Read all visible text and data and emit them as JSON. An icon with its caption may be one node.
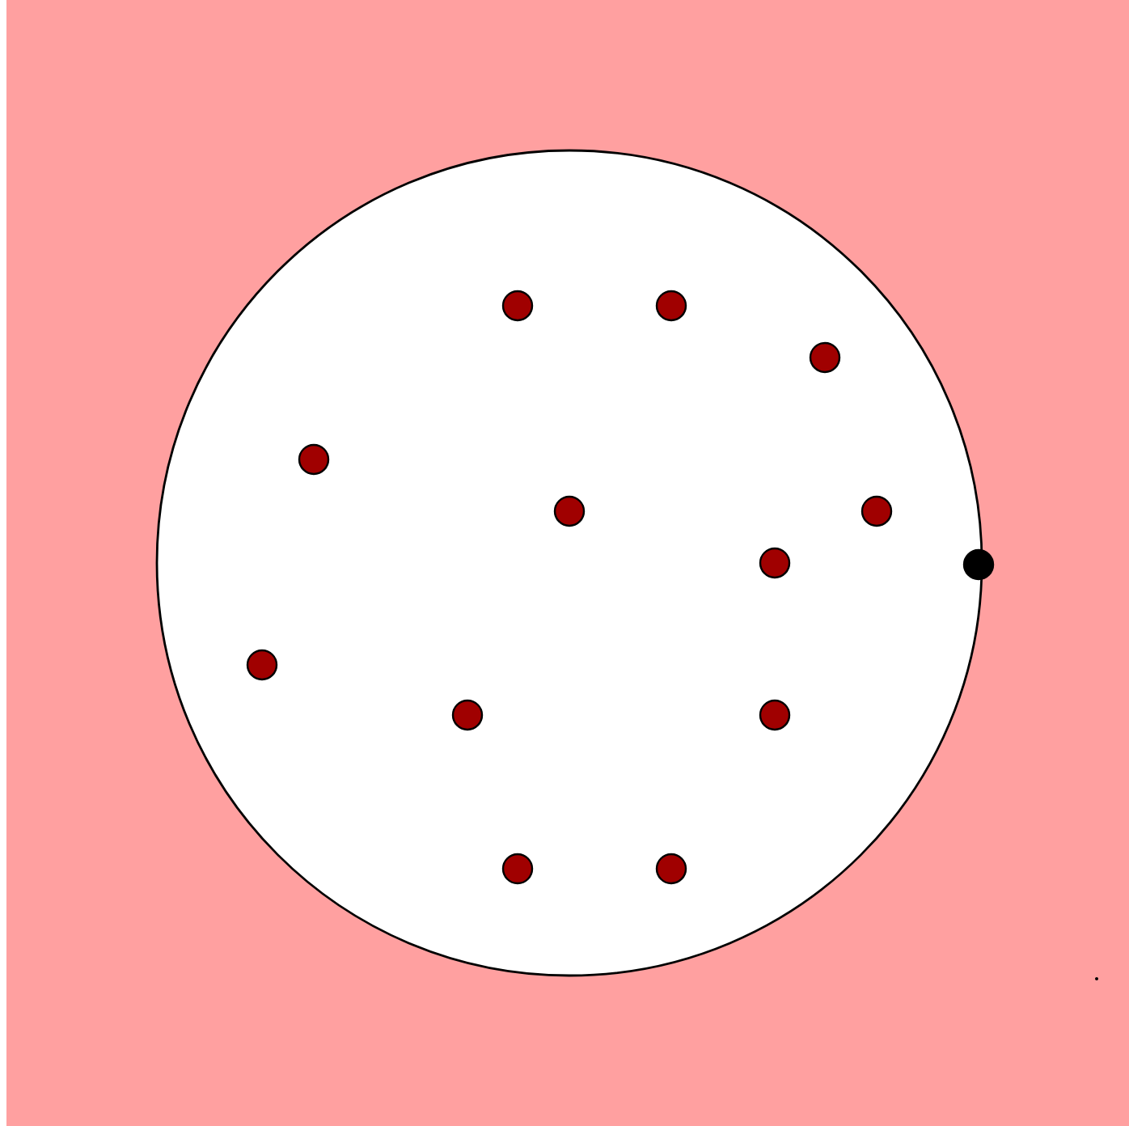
{
  "diagram": {
    "nodes": [
      {
        "text": [],
        "shape": "circle"
      },
      {
        "text": [],
        "shape": "circle",
        "in": 0
      },
      {
        "text": [],
        "shape": "circle",
        "in": 0
      },
      {
        "text": [],
        "shape": "circle",
        "in": 0
      },
      {
        "text": [],
        "shape": "circle",
        "in": 0
      },
      {
        "text": [],
        "shape": "circle",
        "in": 0
      },
      {
        "text": [],
        "shape": "circle",
        "in": 0
      },
      {
        "text": [],
        "shape": "circle",
        "in": 0
      },
      {
        "text": [],
        "shape": "circle",
        "in": 0
      },
      {
        "text": [],
        "shape": "circle",
        "in": 0
      },
      {
        "text": [],
        "shape": "circle",
        "in": 0
      },
      {
        "text": [],
        "shape": "circle",
        "in": 0
      },
      {
        "text": [],
        "shape": "circle",
        "in": 0
      },
      {
        "text": [],
        "shape": "circle"
      }
    ]
  }
}
